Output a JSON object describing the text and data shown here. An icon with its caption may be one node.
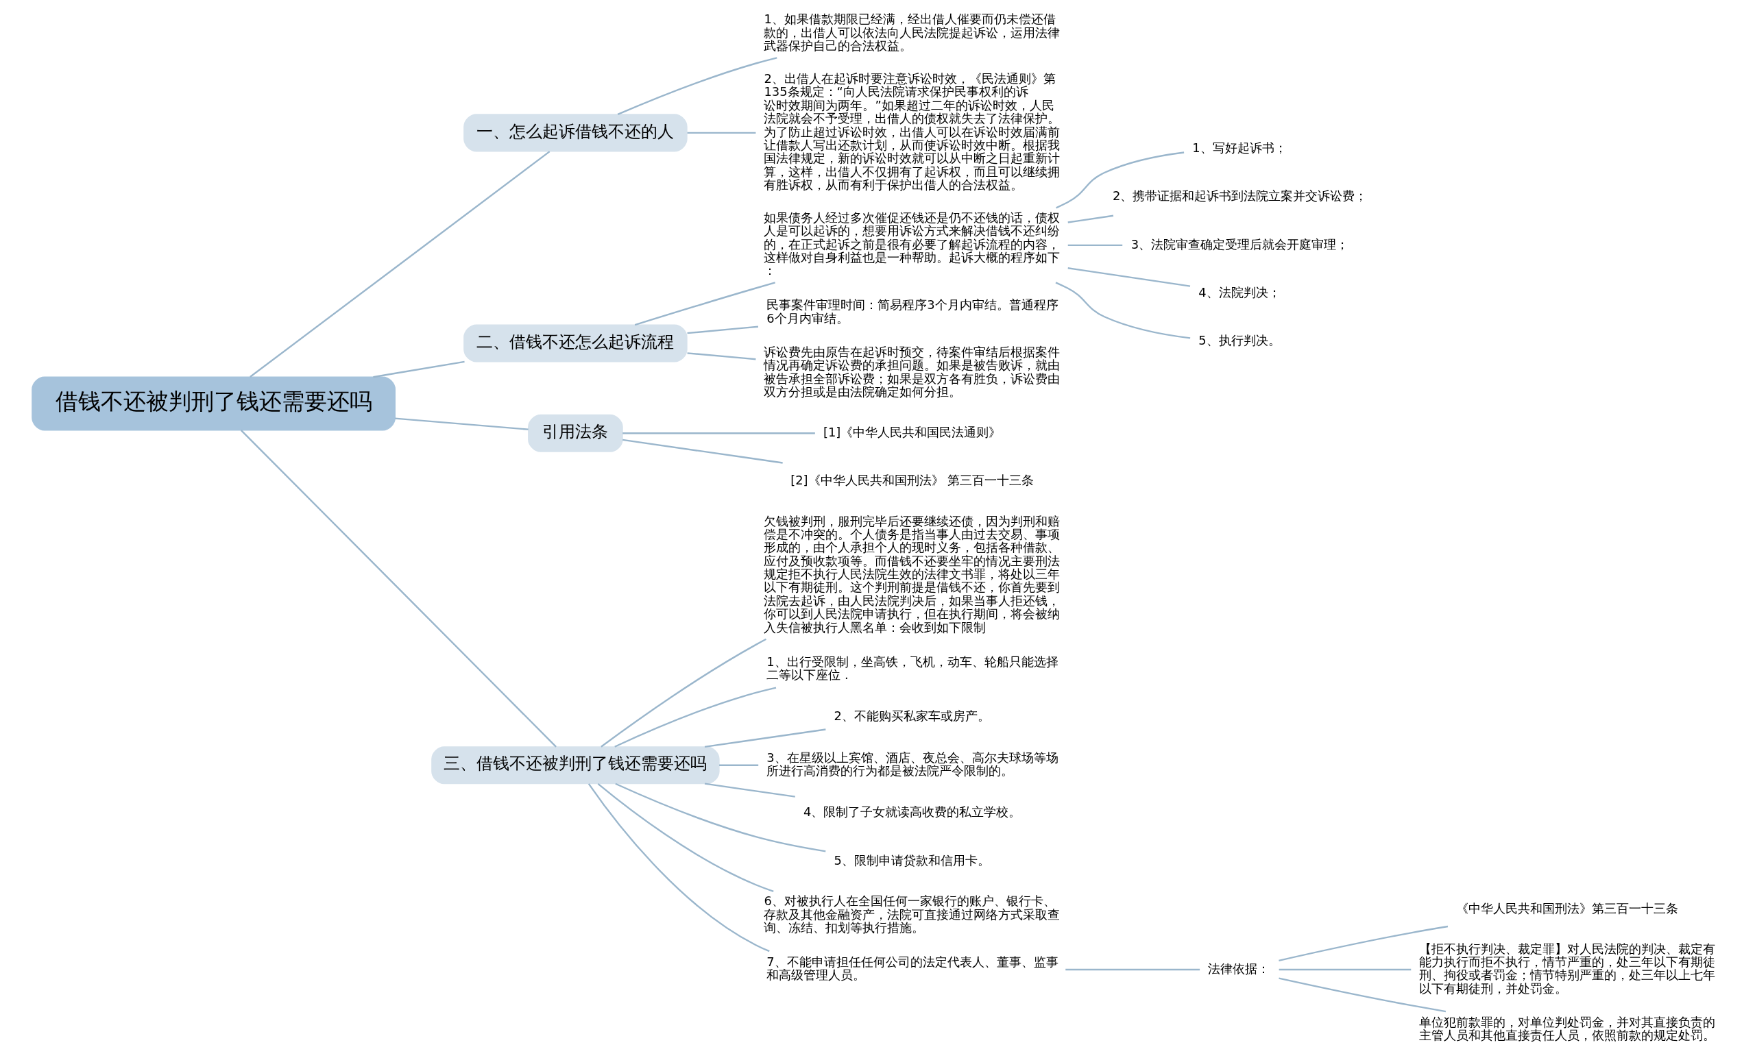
{
  "diagram": {
    "nodes": [
      {
        "text": [
          "借钱不还被判刑了钱还需要还吗"
        ]
      },
      {
        "text": [
          "一、怎么起诉借钱不还的人"
        ]
      },
      {
        "text": [
          "1、如果借款期限已经满，经出借人催要而仍未偿还借款的，出借人可以依法向人民法院提起诉讼，运用法律武器保护自己的合法权益。"
        ]
      },
      {
        "text": [
          "2、出借人在起诉时要注意诉讼时效，《民法通则》第 135条规定：“向人民法院请求保护民事权利的诉讼时效期间为两年。”如果超过二年的诉讼时效，人民法院就会不予受理，出借人的债权就失去了法律保护。为了防止超过诉讼时效，出借人可以在诉讼时效届满前让借款人写出还款计划，从而使诉讼时效中断。根据我国法律规定，新的诉讼时效就可以从中断之日起重新计算，这样，出借人不仅拥有了起诉权，而且可以继续拥有胜诉权，从而有利于保护出借人的合法权益。"
        ]
      },
      {
        "text": [
          "二、借钱不还怎么起诉流程"
        ]
      },
      {
        "text": [
          "如果债务人经过多次催促还钱还是仍不还钱的话，债权人是可以起诉的，想要用诉讼方式来解决借钱不还纠纷的，在正式起诉之前是很有必要了解起诉流程的内容，这样做对自身利益也是一种帮助。起诉大概的程序如下："
        ]
      },
      {
        "text": [
          "1、写好起诉书；"
        ]
      },
      {
        "text": [
          "2、携带证据和起诉书到法院立案并交诉讼费；"
        ]
      },
      {
        "text": [
          "3、法院审查确定受理后就会开庭审理；"
        ]
      },
      {
        "text": [
          "4、法院判决；"
        ]
      },
      {
        "text": [
          "5、执行判决。"
        ]
      },
      {
        "text": [
          "民事案件审理时间：简易程序3个月内审结。普通程序6个月内审结。"
        ]
      },
      {
        "text": [
          "诉讼费先由原告在起诉时预交，待案件审结后根据案件情况再确定诉讼费的承担问题。如果是被告败诉，就由被告承担全部诉讼费；如果是双方各有胜负，诉讼费由双方分担或是由法院确定如何分担。"
        ]
      },
      {
        "text": [
          "引用法条"
        ]
      },
      {
        "text": [
          "[1]《中华人民共和国民法通则》"
        ]
      },
      {
        "text": [
          "[2]《中华人民共和国刑法》 第三百一十三条"
        ]
      },
      {
        "text": [
          "三、借钱不还被判刑了钱还需要还吗"
        ]
      },
      {
        "text": [
          "欠钱被判刑，服刑完毕后还要继续还债，因为判刑和赔偿是不冲突的。个人债务是指当事人由过去交易、事项形成的，由个人承担个人的现时义务，包括各种借款、应付及预收款项等。而借钱不还要坐牢的情况主要刑法规定拒不执行人民法院生效的法律文书罪，将处以三年以下有期徒刑。这个判刑前提是借钱不还，你首先要到法院去起诉，由人民法院判决后，如果当事人拒还钱，你可以到人民法院申请执行，但在执行期间，将会被纳入失信被执行人黑名单：会收到如下限制"
        ]
      },
      {
        "text": [
          "1、出行受限制，坐高铁，飞机，动车、轮船只能选择二等以下座位 ."
        ]
      },
      {
        "text": [
          "2、不能购买私家车或房产。"
        ]
      },
      {
        "text": [
          "3、在星级以上宾馆、酒店、夜总会、高尔夫球场等场所进行高消费的行为都是被法院严令限制的。"
        ]
      },
      {
        "text": [
          "4、限制了子女就读高收费的私立学校。"
        ]
      },
      {
        "text": [
          "5、限制申请贷款和信用卡。"
        ]
      },
      {
        "text": [
          "6、对被执行人在全国任何一家银行的账户、银行卡、存款及其他金融资产，法院可直接通过网络方式采取查询、冻结、扣划等执行措施。"
        ]
      },
      {
        "text": [
          "7、不能申请担任任何公司的法定代表人、董事、监事和高级管理人员。"
        ]
      },
      {
        "text": [
          "法律依据："
        ]
      },
      {
        "text": [
          "《中华人民共和国刑法》第三百一十三条"
        ]
      },
      {
        "text": [
          "【拒不执行判决、裁定罪】对人民法院的判决、裁定有能力执行而拒不执行，情节严重的，处三年以下有期徒刑、拘役或者罚金；情节特别严重的，处三年以上七年以下有期徒刑，并处罚金。"
        ]
      },
      {
        "text": [
          "单位犯前款罪的，对单位判处罚金，并对其直接负责的主管人员和其他直接责任人员，依照前款的规定处罚。"
        ]
      }
    ],
    "edges": [
      {
        "from": 0,
        "to": 1,
        "arrow": "none"
      },
      {
        "from": 1,
        "to": 2,
        "arrow": "none"
      },
      {
        "from": 1,
        "to": 3,
        "arrow": "none"
      },
      {
        "from": 0,
        "to": 4,
        "arrow": "none"
      },
      {
        "from": 4,
        "to": 5,
        "arrow": "none"
      },
      {
        "from": 5,
        "to": 6,
        "arrow": "none"
      },
      {
        "from": 5,
        "to": 7,
        "arrow": "none"
      },
      {
        "from": 5,
        "to": 8,
        "arrow": "none"
      },
      {
        "from": 5,
        "to": 9,
        "arrow": "none"
      },
      {
        "from": 5,
        "to": 10,
        "arrow": "none"
      },
      {
        "from": 4,
        "to": 11,
        "arrow": "none"
      },
      {
        "from": 4,
        "to": 12,
        "arrow": "none"
      },
      {
        "from": 0,
        "to": 13,
        "arrow": "none"
      },
      {
        "from": 13,
        "to": 14,
        "arrow": "none"
      },
      {
        "from": 13,
        "to": 15,
        "arrow": "none"
      },
      {
        "from": 0,
        "to": 16,
        "arrow": "none"
      },
      {
        "from": 16,
        "to": 17,
        "arrow": "none"
      },
      {
        "from": 16,
        "to": 18,
        "arrow": "none"
      },
      {
        "from": 16,
        "to": 19,
        "arrow": "none"
      },
      {
        "from": 16,
        "to": 20,
        "arrow": "none"
      },
      {
        "from": 16,
        "to": 21,
        "arrow": "none"
      },
      {
        "from": 16,
        "to": 22,
        "arrow": "none"
      },
      {
        "from": 16,
        "to": 23,
        "arrow": "none"
      },
      {
        "from": 16,
        "to": 24,
        "arrow": "none"
      },
      {
        "from": 24,
        "to": 25,
        "arrow": "none"
      },
      {
        "from": 25,
        "to": 26,
        "arrow": "none"
      },
      {
        "from": 25,
        "to": 27,
        "arrow": "none"
      },
      {
        "from": 25,
        "to": 28,
        "arrow": "none"
      }
    ]
  }
}
